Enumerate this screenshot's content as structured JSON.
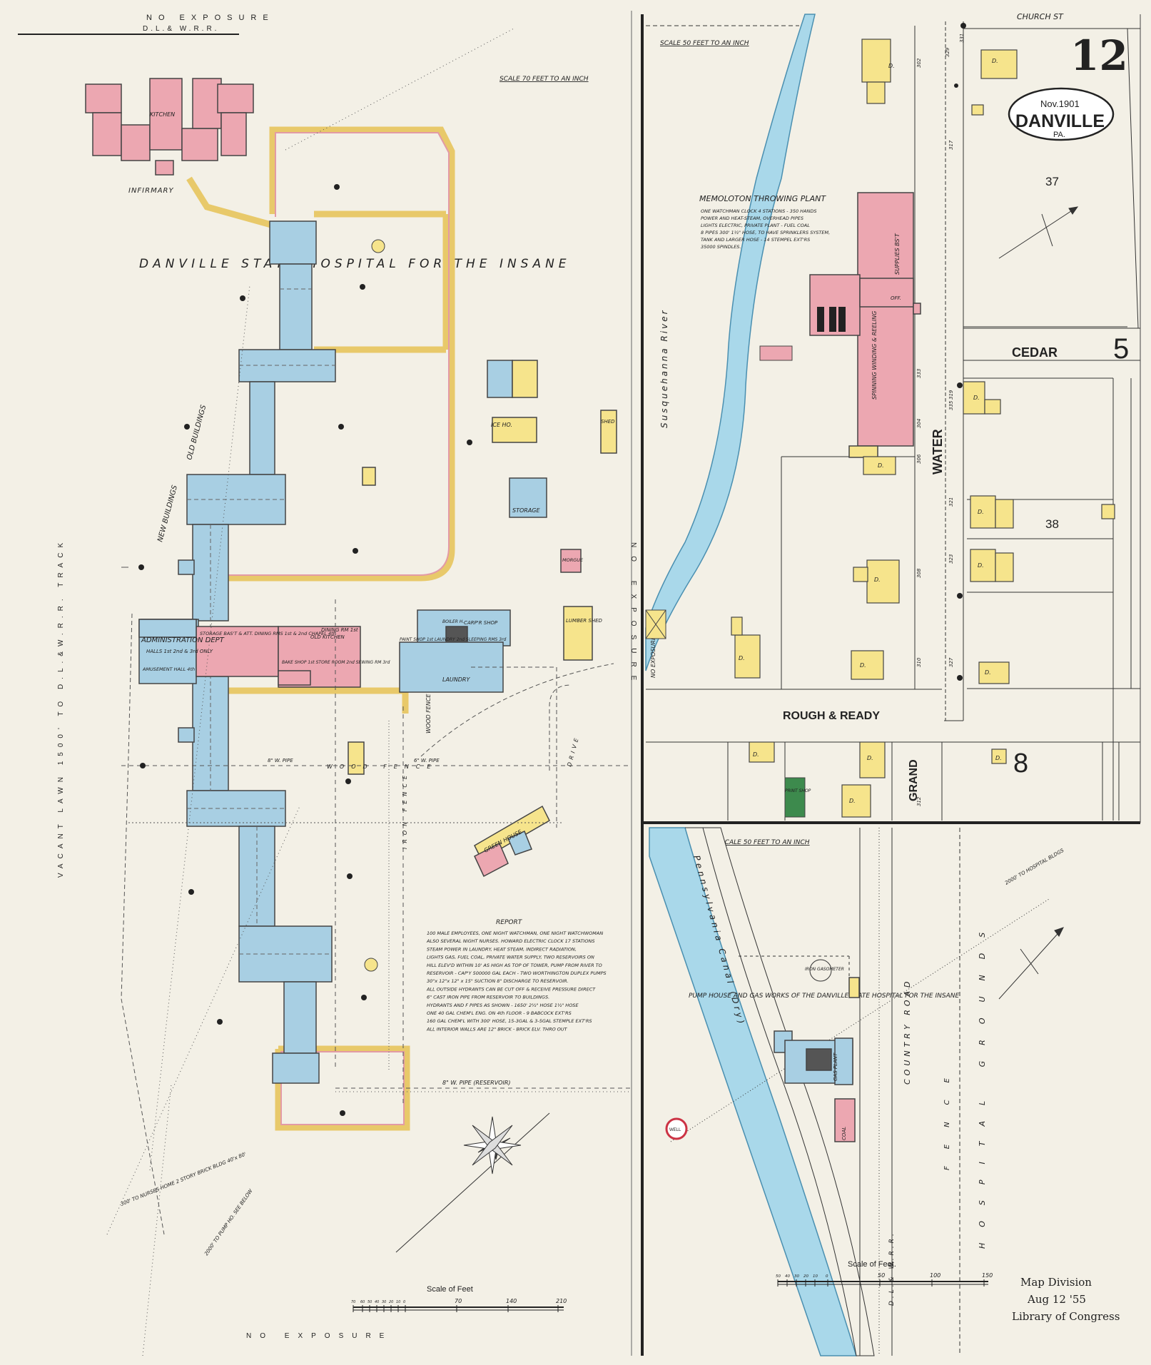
{
  "sheet": {
    "number": "12",
    "city": "DANVILLE",
    "state": "PA.",
    "date": "Nov.1901",
    "colors": {
      "brick": "#eca7b1",
      "frame": "#f6e48c",
      "stone": "#a8cfe3",
      "special": "#3d8a4d",
      "water": "#a9d8ea",
      "paper": "#f3f0e6"
    }
  },
  "left_panel": {
    "top_note": "NO EXPOSURE",
    "top_rail": "D.L.& W.R.R.",
    "bottom_note": "NO EXPOSURE",
    "side_note": "NO EXPOSURE",
    "scale_note": "SCALE 70 FEET TO AN INCH",
    "title": "DANVILLE STATE HOSPITAL FOR THE INSANE",
    "vacant": "VACANT LAWN 1500' TO D.L.&W.R.R. TRACK",
    "infirmary": "INFIRMARY",
    "kitchen": "KITCHEN",
    "admin": "ADMINISTRATION DEPT",
    "halls": "HALLS 1st 2nd & 3rd ONLY",
    "storage": "STORAGE BAS'T & ATT. DINING RMS 1st & 2nd CHAPEL 4th",
    "old_kitchen": "OLD KITCHEN",
    "dining": "DINING RM 1st",
    "bake_shop": "BAKE SHOP 1st STORE ROOM 2nd SEWING RM 3rd",
    "amusement": "AMUSEMENT HALL 4th",
    "ice_ho": "ICE HO.",
    "storage_bldg": "STORAGE",
    "shed": "SHED",
    "morgue": "MORGUE",
    "lumber_shed": "LUMBER SHED",
    "laundry": "LAUNDRY",
    "carpen_shop": "CARP'R SHOP",
    "boiler": "BOILER H.",
    "paint_shop": "PAINT SHOP 1st LAUNDRY 2nd SLEEPING RMS 3rd",
    "green_house": "GREEN HOUSE",
    "old_buildings": "OLD BUILDINGS",
    "new_buildings": "NEW BUILDINGS",
    "wood_fence": "WOOD FENCE",
    "iron_fence": "IRON FENCE",
    "drive": "DRIVE",
    "pipe_reservoir": "8\" W. PIPE (RESERVOIR)",
    "pipe_a": "8\" W. PIPE",
    "pipe_b": "6\" W. PIPE",
    "nurses_home": "300' TO NURSES HOME 2 STORY BRICK BLDG 40'x 80'",
    "pump_house_note": "2000' TO PUMP HO. SEE BELOW",
    "report_title": "REPORT",
    "report_lines": [
      "100 MALE EMPLOYEES, ONE NIGHT WATCHMAN, ONE NIGHT WATCHWOMAN",
      "ALSO SEVERAL NIGHT NURSES. HOWARD ELECTRIC CLOCK 17 STATIONS",
      "STEAM POWER IN LAUNDRY, HEAT STEAM, INDIRECT RADIATION,",
      "LIGHTS GAS, FUEL COAL, PRIVATE WATER SUPPLY, TWO RESERVOIRS ON",
      "HILL ELEV'D WITHIN 10' AS HIGH AS TOP OF TOWER, PUMP FROM RIVER TO",
      "RESERVOIR - CAP'Y 500000 GAL EACH - TWO WORTHINGTON DUPLEX PUMPS",
      "30\"x 12\"x 12\" x 15\" SUCTION 8\" DISCHARGE TO RESERVOIR.",
      "ALL OUTSIDE HYDRANTS CAN BE CUT OFF & RECEIVE PRESSURE DIRECT",
      "6\" CAST IRON PIPE FROM RESERVOIR TO BUILDINGS.",
      "HYDRANTS AND F PIPES AS SHOWN - 1650' 2½\" HOSE  1½\" HOSE",
      "ONE 40 GAL CHEM'L ENG. ON 4th FLOOR - 9 BABCOCK EXT'RS",
      "160 GAL CHEM'L WITH 300' HOSE, 15-3GAL & 3-5GAL STEMPLE EXT'RS",
      "ALL INTERIOR WALLS ARE 12\" BRICK - BRICK ELV. THRO OUT"
    ],
    "scale_title": "Scale of Feet",
    "scale_ticks": [
      "70",
      "60",
      "50",
      "40",
      "30",
      "20",
      "10",
      "0",
      "70",
      "140",
      "210"
    ]
  },
  "top_right": {
    "scale_note": "SCALE 50 FEET TO AN INCH",
    "church": "CHURCH ST",
    "cedar": "CEDAR",
    "cedar_sheet": "5",
    "water": "WATER",
    "rough_ready": "ROUGH & READY",
    "grand": "GRAND",
    "river": "Susquehanna River",
    "block_37": "37",
    "block_38": "38",
    "block_8": "8",
    "no_exposure": "NO EXPOSURE",
    "plant_title": "MEMOLOTON THROWING PLANT",
    "plant_lines": [
      "ONE WATCHMAN CLOCK 4 STATIONS - 350 HANDS",
      "POWER AND HEAT-STEAM, OVERHEAD PIPES",
      "LIGHTS ELECTRIC, PRIVATE PLANT - FUEL COAL",
      "8 PIPES 300' 1½\" HOSE, TO HAVE SPRINKLERS SYSTEM,",
      "TANK AND LARGER HOSE - 14 STEMPEL EXT'RS",
      "35000 SPINDLES."
    ],
    "plant_spinning": "SPINNING WINDING & REELING",
    "plant_supplies": "SUPPLIES BS'T",
    "print_shop": "PRINT SHOP",
    "off": "OFF.",
    "dwelling": "D.",
    "addresses": [
      "302",
      "304",
      "306",
      "308",
      "310",
      "312",
      "317",
      "319",
      "321",
      "323",
      "327",
      "329",
      "331",
      "333",
      "335"
    ]
  },
  "bottom_right": {
    "scale_note": "SCALE 50 FEET TO AN INCH",
    "canal": "Pennsylvania Canal (Dry)",
    "road": "COUNTRY ROAD",
    "rr": "D.L.& W.R.R.",
    "hospital_grounds": "HOSPITAL GROUNDS",
    "fence": "FENCE",
    "pump_title": "PUMP HOUSE AND GAS WORKS OF THE DANVILLE STATE HOSPITAL FOR THE INSANE",
    "gasometer": "IRON GASOMETER",
    "gas_plant": "GAS PLANT",
    "coal": "COAL",
    "well": "WELL",
    "to_hosp": "2000' TO HOSPITAL BLDGS",
    "scale_title": "Scale of Feet.",
    "scale_ticks": [
      "50",
      "40",
      "30",
      "20",
      "10",
      "0",
      "50",
      "100",
      "150"
    ]
  },
  "stamp": {
    "line1": "Map Division",
    "line2": "Aug 12 '55",
    "line3": "Library of Congress"
  }
}
